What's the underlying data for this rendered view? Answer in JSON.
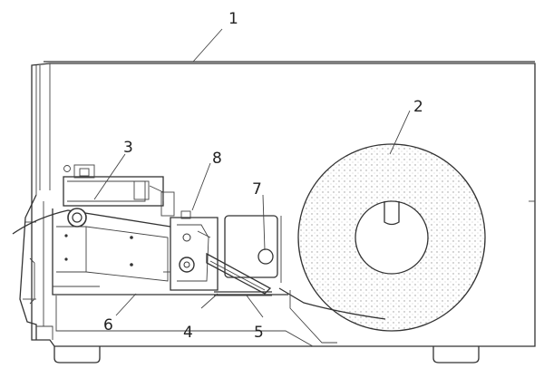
{
  "diagram": {
    "callouts": [
      {
        "id": "housing",
        "label": "1"
      },
      {
        "id": "roll",
        "label": "2"
      },
      {
        "id": "print-head",
        "label": "3"
      },
      {
        "id": "base-plate",
        "label": "4"
      },
      {
        "id": "sensor-plate",
        "label": "5"
      },
      {
        "id": "bottom-frame",
        "label": "6"
      },
      {
        "id": "sensor-window",
        "label": "7"
      },
      {
        "id": "pinch-mechanism",
        "label": "8"
      }
    ],
    "colors": {
      "line": "#333333",
      "roll_dots": "#9a9a9a",
      "background": "#ffffff"
    }
  }
}
